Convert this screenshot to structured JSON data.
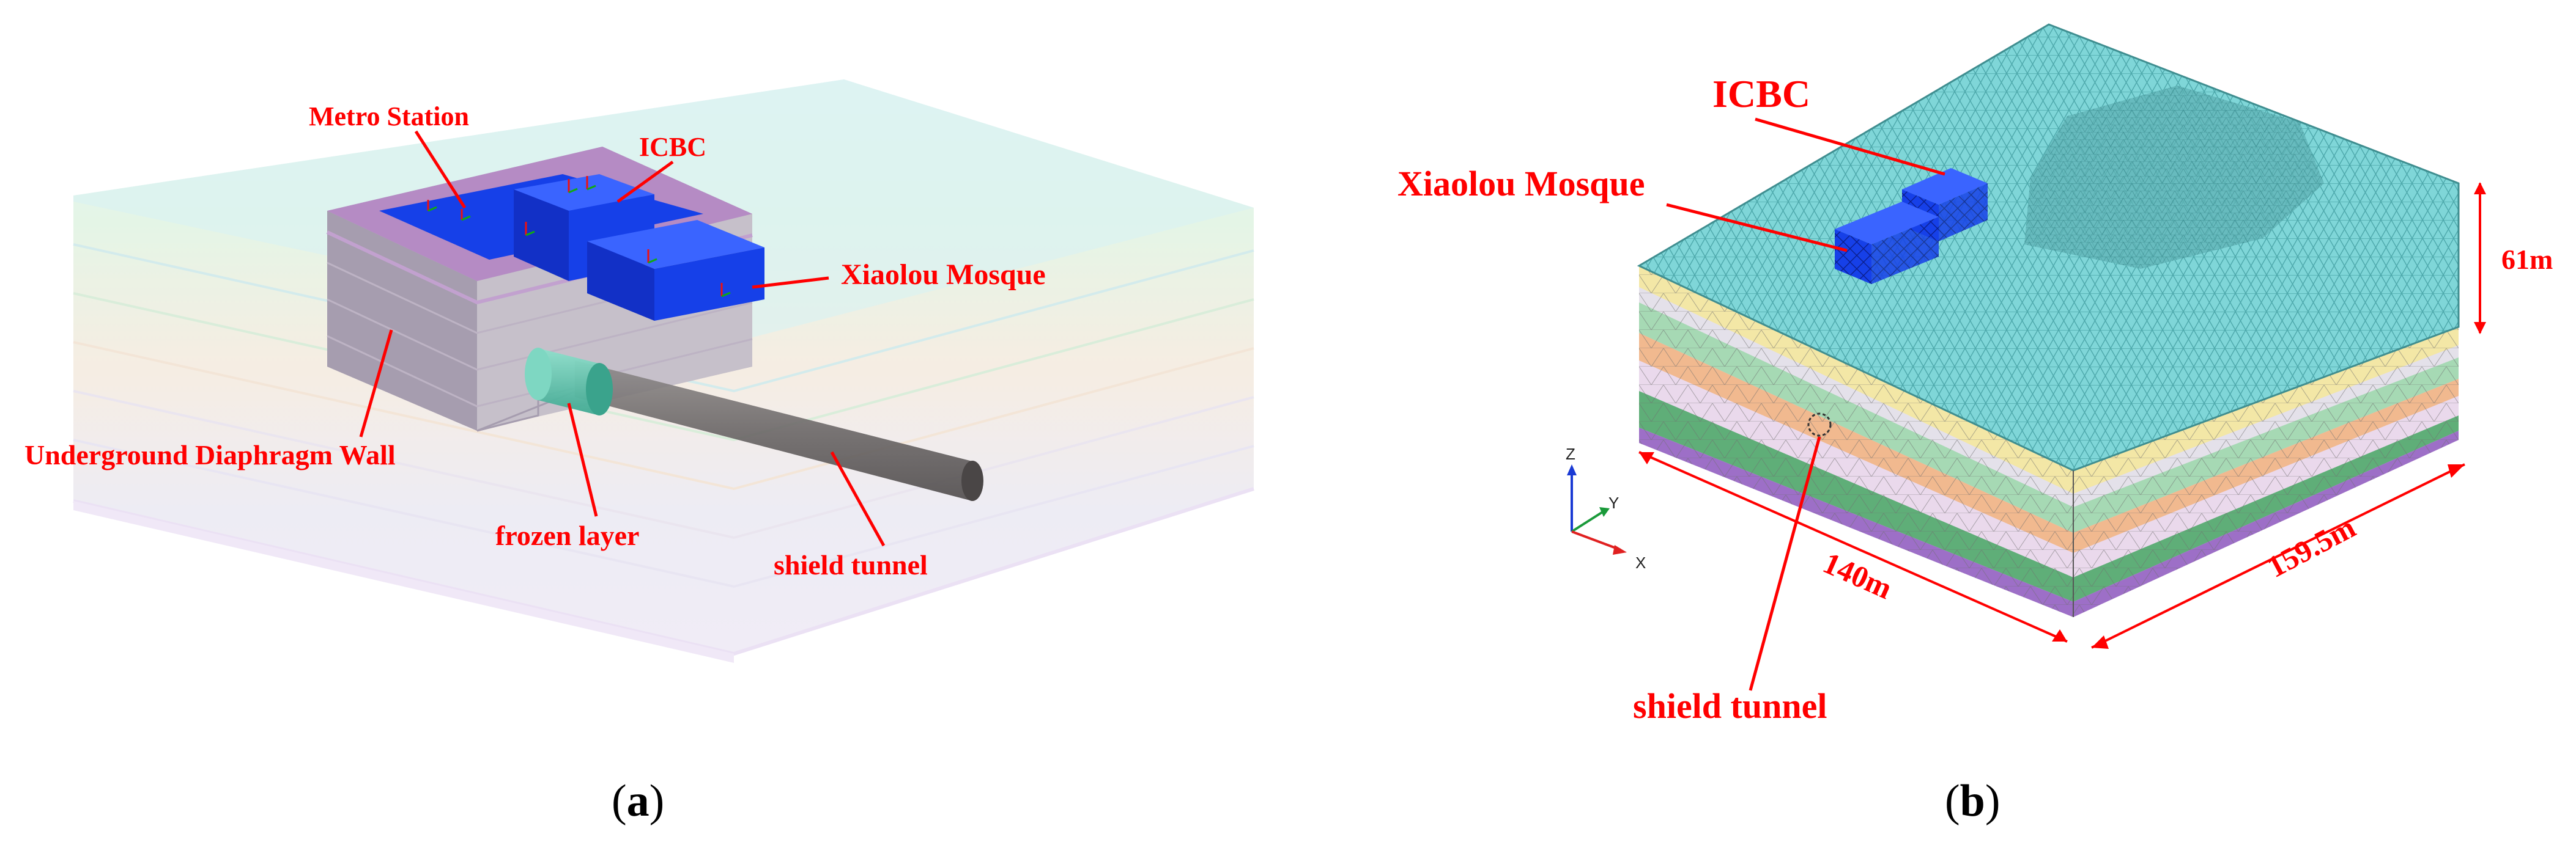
{
  "panel_a": {
    "labels": {
      "metro_station": "Metro Station",
      "icbc": "ICBC",
      "xiaolou_mosque": "Xiaolou Mosque",
      "diaphragm_wall": "Underground Diaphragm Wall",
      "frozen_layer": "frozen layer",
      "shield_tunnel": "shield tunnel"
    },
    "caption_open": "(",
    "caption_letter": "a",
    "caption_close": ")"
  },
  "panel_b": {
    "labels": {
      "icbc": "ICBC",
      "xiaolou_mosque": "Xiaolou Mosque",
      "shield_tunnel": "shield tunnel",
      "height": "61m",
      "width_x": "140m",
      "depth_y": "159.5m"
    },
    "axes": {
      "z": "Z",
      "y": "Y",
      "x": "X"
    },
    "caption_open": "(",
    "caption_letter": "b",
    "caption_close": ")"
  },
  "colors": {
    "annotation": "#ff0000",
    "building": "#1640e8",
    "mesh_top": "#72d3d6",
    "station": "#a48ab4",
    "tunnel": "#6e6a6a",
    "frozen": "#5cc7ae"
  }
}
